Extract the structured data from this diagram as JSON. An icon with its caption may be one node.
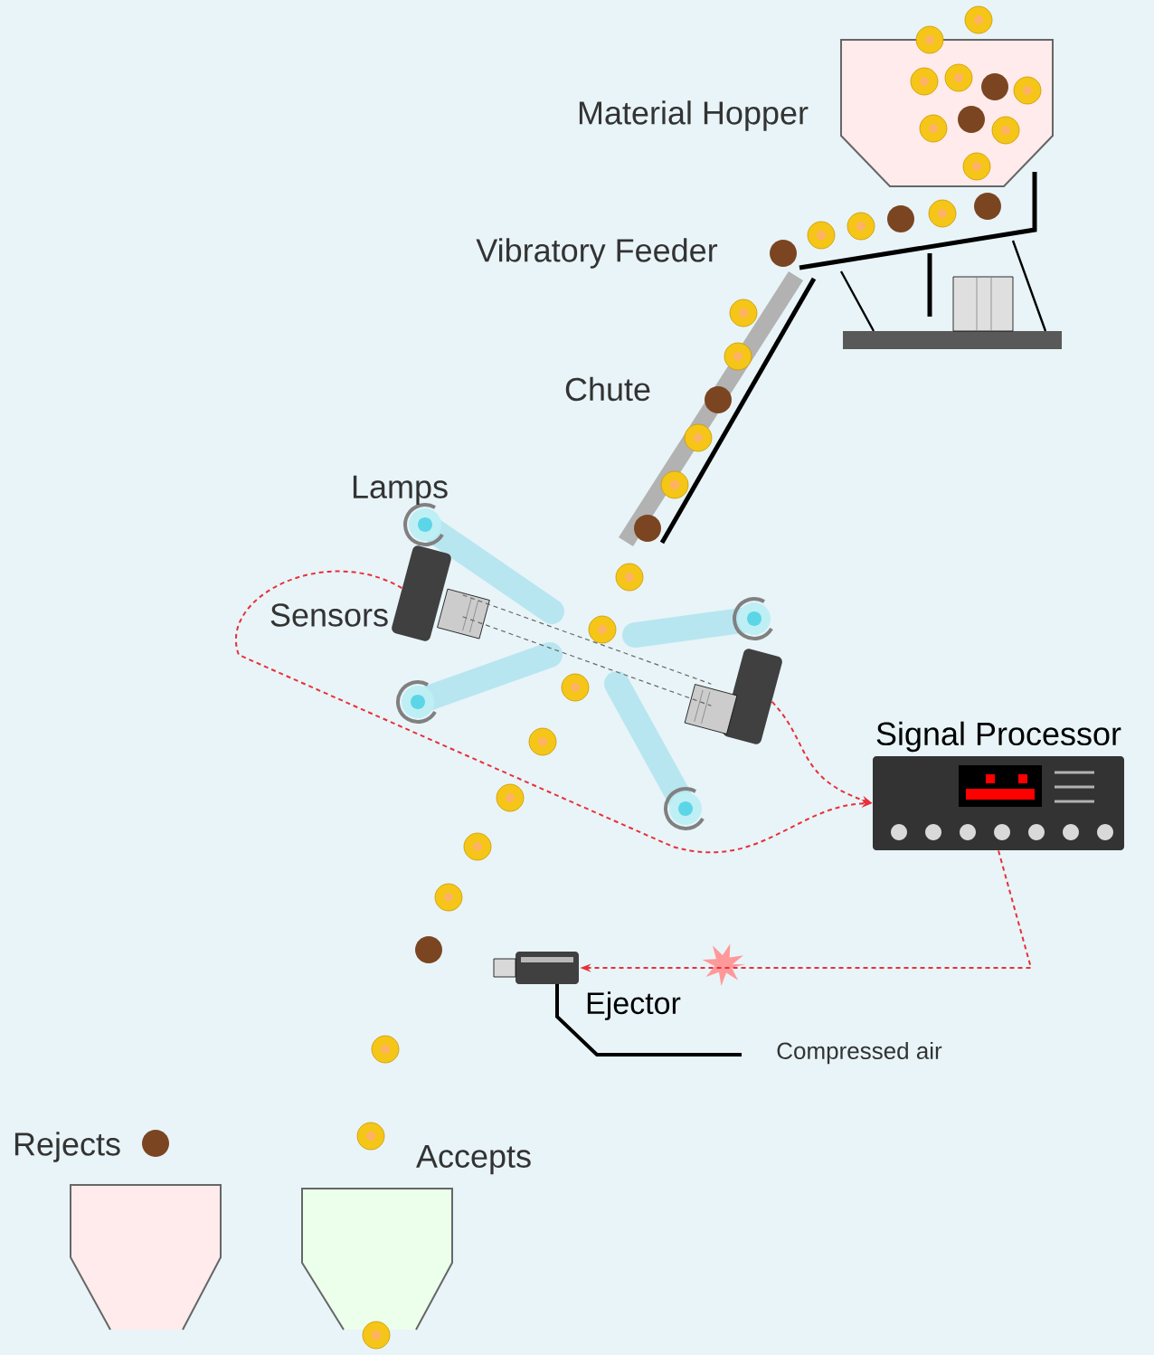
{
  "diagram": {
    "nodes": [
      {
        "text": [],
        "shape": "picture"
      },
      {
        "text": [],
        "shape": "picture"
      },
      {
        "text": [
          "Signal Processor"
        ]
      },
      {
        "text": [],
        "shape": "picture",
        "beside": [
          "Ejector"
        ]
      }
    ],
    "edges": [
      {
        "from": 0,
        "to": 2,
        "arrow": "to",
        "style": "dashed"
      },
      {
        "from": 1,
        "to": 2,
        "arrow": "to",
        "style": "dashed"
      },
      {
        "from": 2,
        "to": 3,
        "arrow": "to",
        "style": "dashed"
      },
      {
        "from": 0,
        "to": 1,
        "arrow": "none",
        "style": "dashed",
        "color": "#666666"
      },
      {
        "from": 0,
        "to": 1,
        "arrow": "none",
        "style": "dashed",
        "color": "#666666"
      }
    ],
    "labels": [
      "Material Hopper",
      "Vibratory Feeder",
      "Chute",
      "Lamps",
      "Sensors",
      "Compressed air",
      "Rejects",
      "Accepts"
    ]
  }
}
